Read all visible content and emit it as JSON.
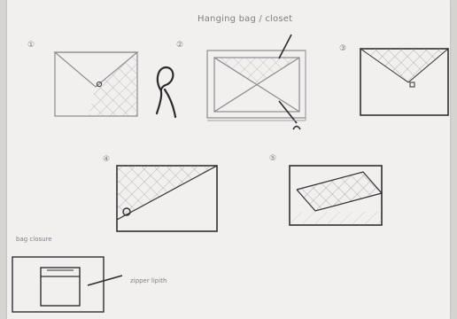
{
  "page": {
    "title": "Hanging bag / closet"
  },
  "labels": {
    "sketch1": "①",
    "sketch2": "②",
    "sketch3": "③",
    "sketch4": "④",
    "sketch5": "⑤",
    "bottomLeftHeading": "bag closure",
    "bottomLeftNote": "zipper lipith"
  },
  "colors": {
    "paper": "#f1f0ee",
    "ink": "#2b2b2e",
    "pencil": "#8b8b91",
    "accent": "#2f2f33"
  }
}
